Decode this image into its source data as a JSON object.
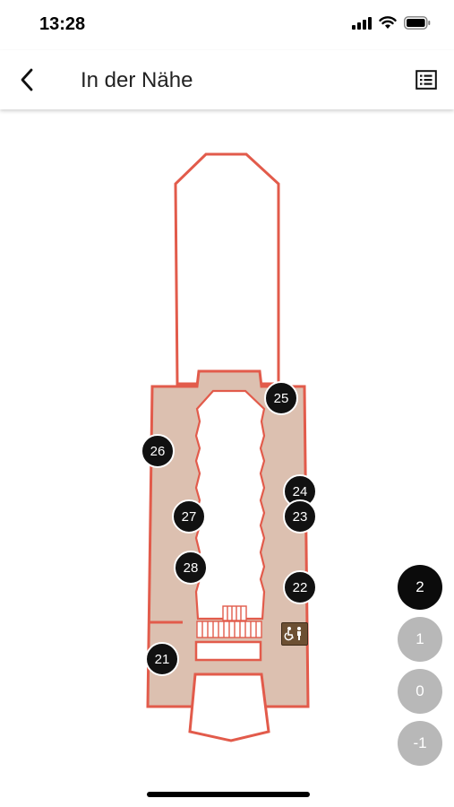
{
  "status_bar": {
    "time": "13:28"
  },
  "header": {
    "title": "In der Nähe"
  },
  "map": {
    "colors": {
      "wall": "#e25b4b",
      "floor": "#dcc0b0",
      "poi": "#111111"
    },
    "pois": [
      {
        "label": "25"
      },
      {
        "label": "26"
      },
      {
        "label": "24"
      },
      {
        "label": "27"
      },
      {
        "label": "23"
      },
      {
        "label": "28"
      },
      {
        "label": "22"
      },
      {
        "label": "21"
      }
    ],
    "amenity": {
      "icon": "accessible-restroom-icon"
    }
  },
  "floor_selector": {
    "floors": [
      {
        "label": "2",
        "active": true
      },
      {
        "label": "1",
        "active": false
      },
      {
        "label": "0",
        "active": false
      },
      {
        "label": "-1",
        "active": false
      }
    ]
  }
}
